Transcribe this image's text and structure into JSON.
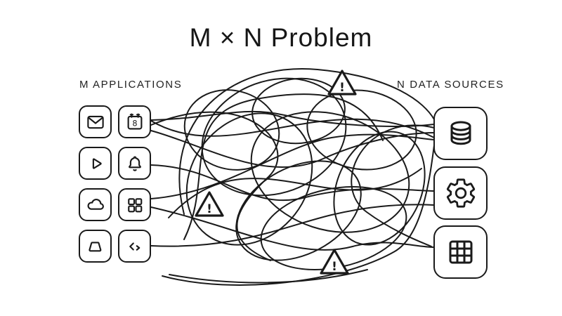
{
  "title": "M × N Problem",
  "left": {
    "label": "M APPLICATIONS",
    "items": [
      {
        "name": "mail",
        "icon": "envelope-icon"
      },
      {
        "name": "calendar",
        "icon": "calendar-icon",
        "badge": "8"
      },
      {
        "name": "play",
        "icon": "play-icon"
      },
      {
        "name": "bell",
        "icon": "bell-icon"
      },
      {
        "name": "cloud",
        "icon": "cloud-icon"
      },
      {
        "name": "apps",
        "icon": "app-grid-icon"
      },
      {
        "name": "trapezoid",
        "icon": "trapezoid-icon"
      },
      {
        "name": "code",
        "icon": "code-brackets-icon"
      }
    ]
  },
  "right": {
    "label": "N DATA SOURCES",
    "items": [
      {
        "name": "database",
        "icon": "database-cylinder-icon"
      },
      {
        "name": "settings",
        "icon": "gear-icon"
      },
      {
        "name": "table",
        "icon": "grid-table-icon"
      }
    ]
  },
  "warnings": {
    "symbol": "!",
    "count": 3
  },
  "colors": {
    "ink": "#1a1a1a",
    "background": "#ffffff"
  }
}
